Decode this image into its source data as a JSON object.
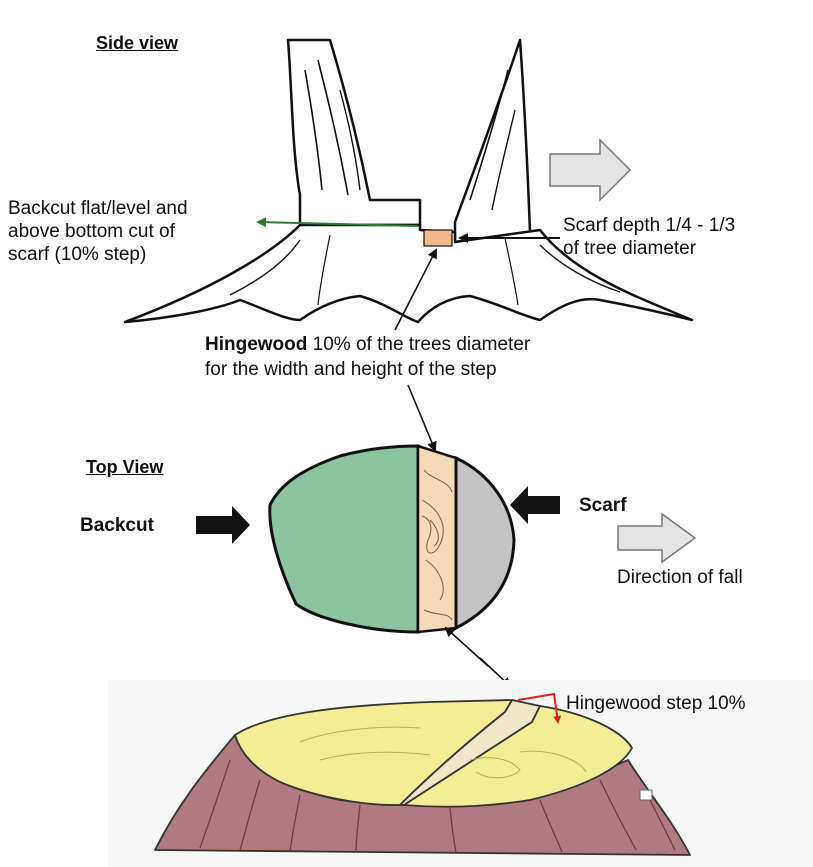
{
  "side_view": {
    "heading": "Side view",
    "backcut_note": [
      "Backcut flat/level and",
      "above bottom cut of",
      "scarf (10% step)"
    ],
    "scarf_note": [
      "Scarf depth 1/4 - 1/3",
      "of tree diameter"
    ],
    "hingewood_term": "Hingewood",
    "hingewood_note_rest": "10% of the trees diameter",
    "hingewood_note_line2": "for the width and height of the step"
  },
  "top_view": {
    "heading": "Top View",
    "backcut_label": "Backcut",
    "scarf_label": "Scarf",
    "direction_label": "Direction of fall"
  },
  "stump_view": {
    "step_label": "Hingewood step 10%"
  },
  "colors": {
    "backcut_green": "#8cc3a0",
    "scarf_grey": "#c4c4c4",
    "hinge_wood": "#f7d8b8",
    "scarf_block": "#f2b98a",
    "stump_top": "#f5ec96",
    "stump_bark": "#b07a80",
    "backcut_line": "#2f7a3a",
    "step_marker": "#e02020"
  }
}
